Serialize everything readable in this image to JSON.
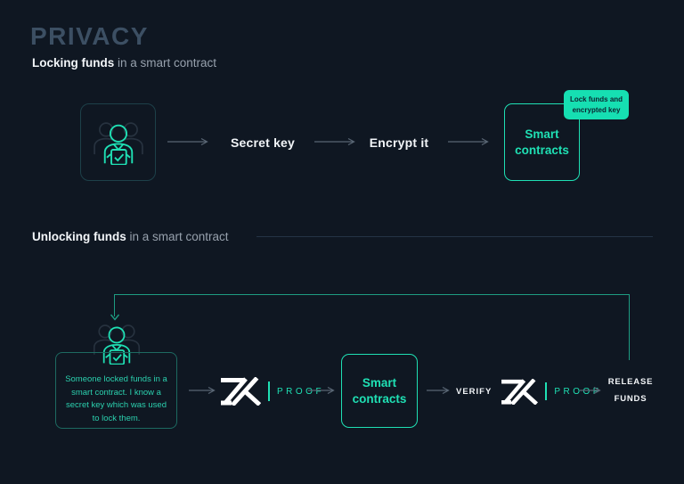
{
  "header": {
    "title": "PRIVACY"
  },
  "locking": {
    "heading_bold": "Locking funds",
    "heading_rest": " in a smart contract",
    "step1": "Secret key",
    "step2": "Encrypt it",
    "contract_label": "Smart contracts",
    "badge_label": "Lock funds and encrypted key"
  },
  "unlocking": {
    "heading_bold": "Unlocking funds",
    "heading_rest": " in a smart contract",
    "note": "Someone locked funds in a smart contract. I know a secret key which was used to lock them.",
    "proof_label": "PROOF",
    "contract_label": "Smart contracts",
    "verify_label": "VERIFY",
    "release_label": "RELEASE FUNDS"
  },
  "icons": {
    "users_check": "users-check-icon",
    "zk_logo": "zk-logo-icon",
    "flow_arrow": "flow-arrow-icon",
    "loop_arrow": "arrow-down-icon"
  },
  "colors": {
    "background": "#0f1722",
    "accent_teal": "#1fe0b4",
    "badge_background": "#16dfb2",
    "badge_text": "#0d2531",
    "heading": "#3c4f63",
    "muted_text": "#97a1ad",
    "white_text": "#f2f5f8",
    "arrow": "#596674",
    "divider": "#243346",
    "loop_line": "#1e9c82",
    "note_border": "#1d6a61",
    "icon_box_border": "#1d4049",
    "silhouette": "#27323f"
  }
}
